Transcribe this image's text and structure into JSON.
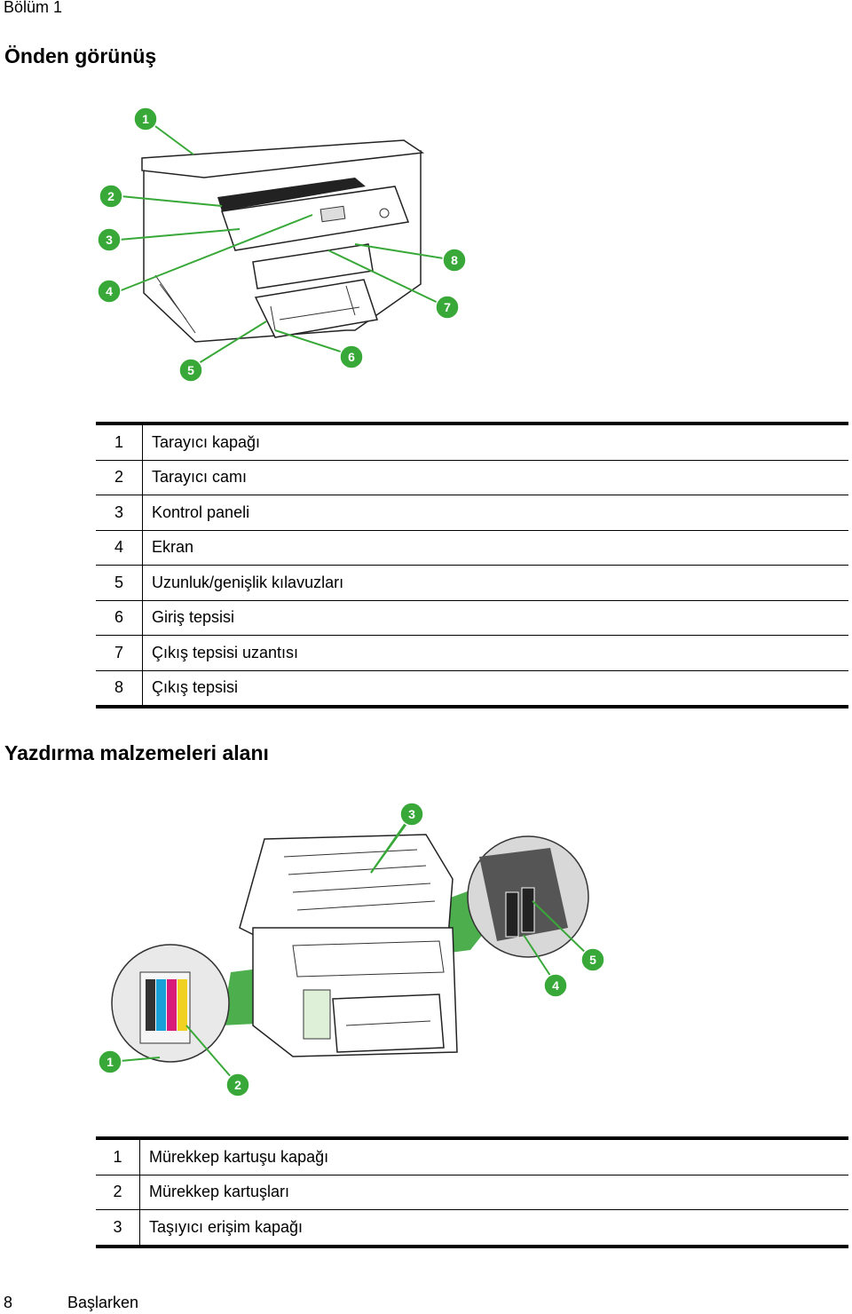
{
  "header": {
    "chapter": "Bölüm 1"
  },
  "front_view": {
    "title": "Önden görünüş",
    "callouts": [
      "1",
      "2",
      "3",
      "4",
      "5",
      "6",
      "7",
      "8"
    ],
    "table": [
      {
        "num": "1",
        "label": "Tarayıcı kapağı"
      },
      {
        "num": "2",
        "label": "Tarayıcı camı"
      },
      {
        "num": "3",
        "label": "Kontrol paneli"
      },
      {
        "num": "4",
        "label": "Ekran"
      },
      {
        "num": "5",
        "label": "Uzunluk/genişlik kılavuzları"
      },
      {
        "num": "6",
        "label": "Giriş tepsisi"
      },
      {
        "num": "7",
        "label": "Çıkış tepsisi uzantısı"
      },
      {
        "num": "8",
        "label": "Çıkış tepsisi"
      }
    ]
  },
  "supplies_area": {
    "title": "Yazdırma malzemeleri alanı",
    "callouts": [
      "1",
      "2",
      "3",
      "4",
      "5"
    ],
    "table": [
      {
        "num": "1",
        "label": "Mürekkep kartuşu kapağı"
      },
      {
        "num": "2",
        "label": "Mürekkep kartuşları"
      },
      {
        "num": "3",
        "label": "Taşıyıcı erişim kapağı"
      }
    ]
  },
  "footer": {
    "page_number": "8",
    "section": "Başlarken"
  },
  "colors": {
    "callout": "#38a838",
    "ink_cyan": "#1aa0d8",
    "ink_magenta": "#d81a78",
    "ink_yellow": "#f0d020"
  }
}
